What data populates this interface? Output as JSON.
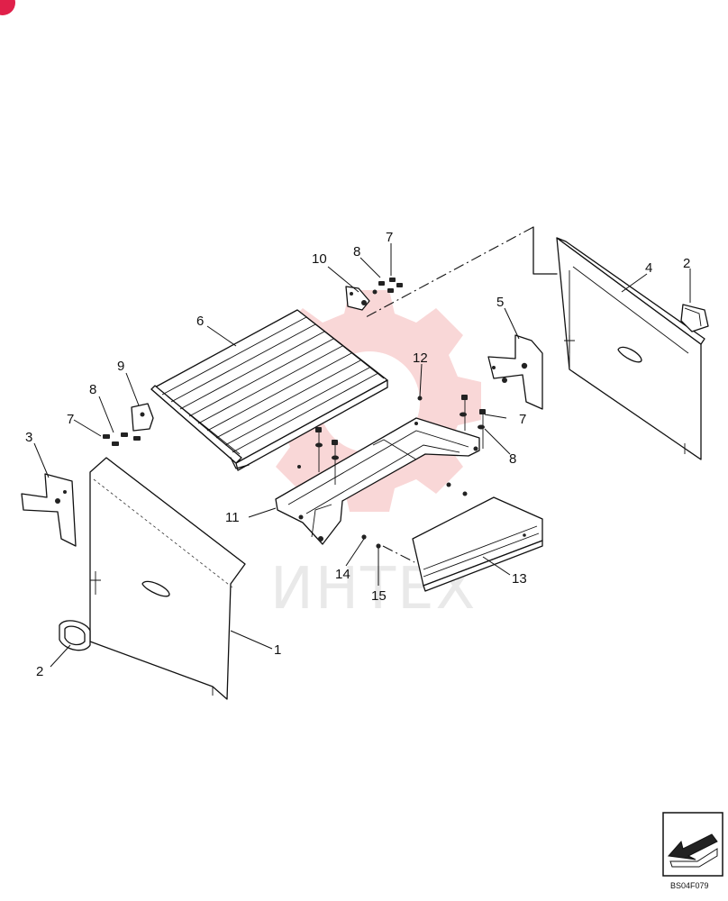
{
  "watermark": {
    "text": "ИНТЕХ",
    "gear_color": "#f5b8b8",
    "text_color": "#d8d8d8"
  },
  "corner_badge_color": "#e0204a",
  "drawing_code": "BS04F079",
  "callouts": [
    {
      "id": "c1",
      "label": "1"
    },
    {
      "id": "c2a",
      "label": "2"
    },
    {
      "id": "c2b",
      "label": "2"
    },
    {
      "id": "c3",
      "label": "3"
    },
    {
      "id": "c4",
      "label": "4"
    },
    {
      "id": "c5",
      "label": "5"
    },
    {
      "id": "c6",
      "label": "6"
    },
    {
      "id": "c7a",
      "label": "7"
    },
    {
      "id": "c7b",
      "label": "7"
    },
    {
      "id": "c7c",
      "label": "7"
    },
    {
      "id": "c8a",
      "label": "8"
    },
    {
      "id": "c8b",
      "label": "8"
    },
    {
      "id": "c8c",
      "label": "8"
    },
    {
      "id": "c9",
      "label": "9"
    },
    {
      "id": "c10",
      "label": "10"
    },
    {
      "id": "c11",
      "label": "11"
    },
    {
      "id": "c12",
      "label": "12"
    },
    {
      "id": "c13",
      "label": "13"
    },
    {
      "id": "c14",
      "label": "14"
    },
    {
      "id": "c15",
      "label": "15"
    }
  ],
  "icons": {
    "nav_badge": "arrow-badge-icon",
    "corner": "corner-badge-icon"
  }
}
